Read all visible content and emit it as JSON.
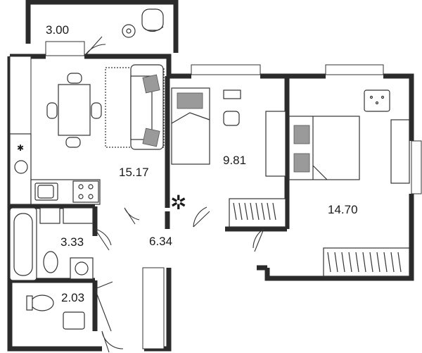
{
  "plan": {
    "rooms": [
      {
        "id": "balcony",
        "area": "3.00"
      },
      {
        "id": "living-kitchen",
        "area": "15.17"
      },
      {
        "id": "bedroom-small",
        "area": "9.81"
      },
      {
        "id": "bedroom-large",
        "area": "14.70"
      },
      {
        "id": "bathroom",
        "area": "3.33"
      },
      {
        "id": "hallway",
        "area": "6.34"
      },
      {
        "id": "toilet",
        "area": "2.03"
      }
    ],
    "colors": {
      "wall": "#2b2b2b",
      "furniture-accent": "#9a9a9a",
      "background": "#ffffff"
    }
  }
}
